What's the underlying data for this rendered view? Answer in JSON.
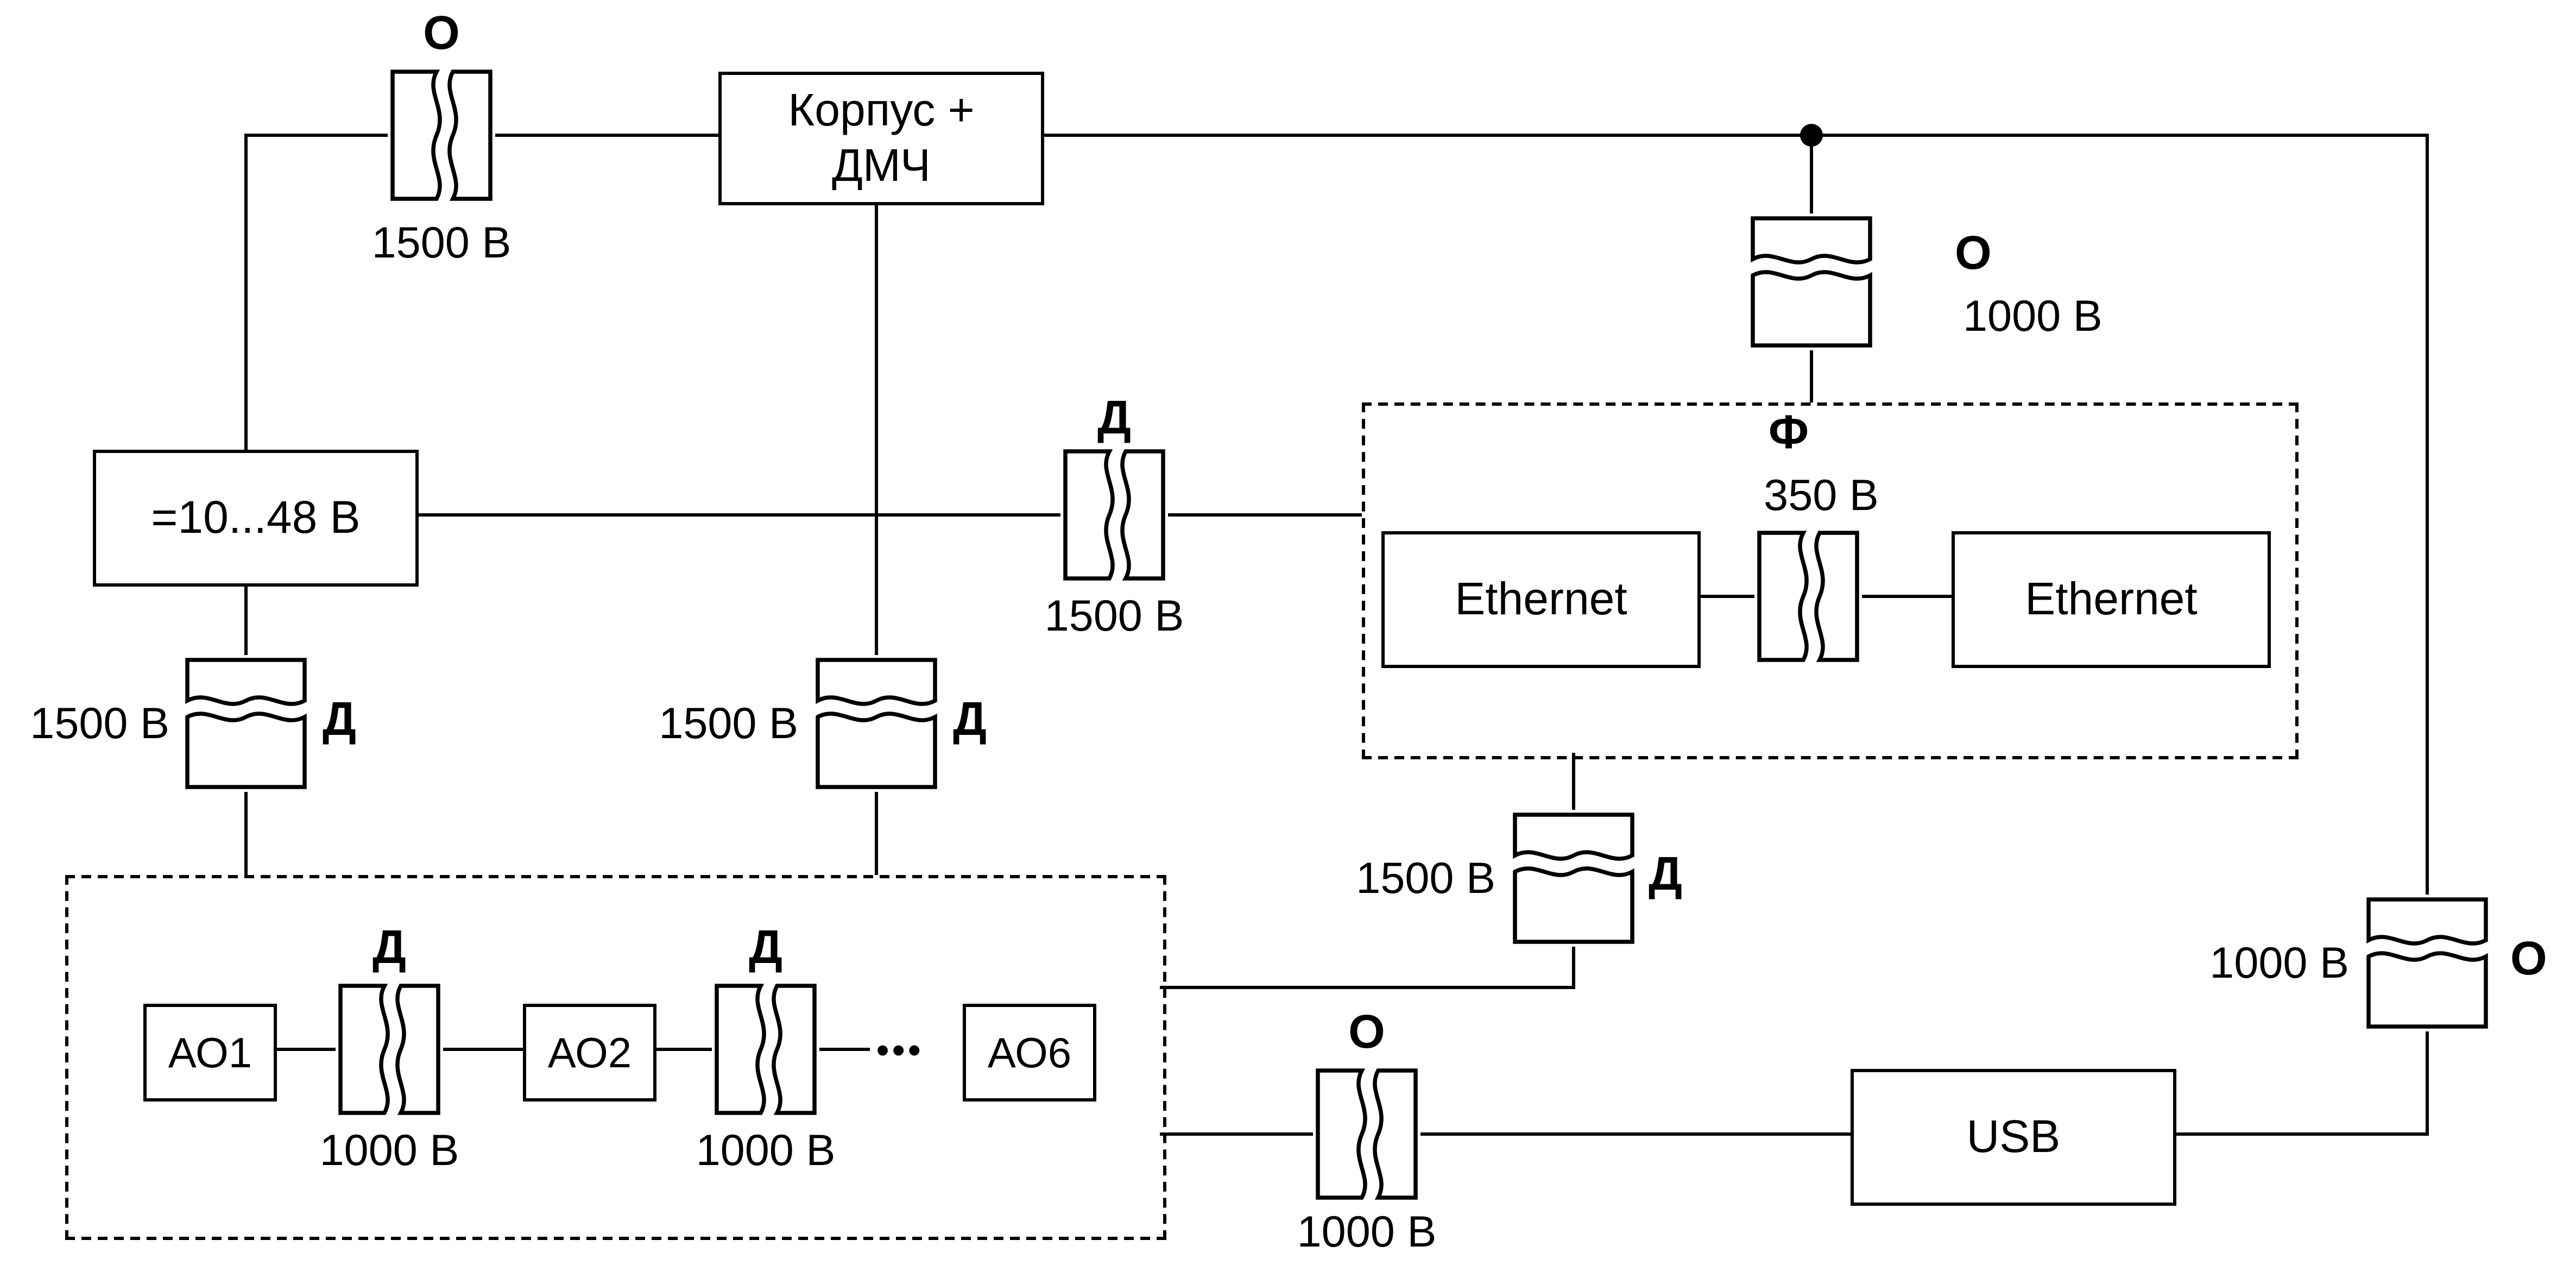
{
  "blocks": {
    "korpus_line1": "Корпус +",
    "korpus_line2": "ДМЧ",
    "power": "=10...48 В",
    "ethernet_left": "Ethernet",
    "ethernet_right": "Ethernet",
    "usb": "USB",
    "ao1": "АО1",
    "ao2": "АО2",
    "ao6": "АО6",
    "dots": "•••"
  },
  "labels": {
    "functional_isolation": "Ф"
  },
  "barriers": [
    {
      "letter": "О",
      "voltage": "1500 В"
    },
    {
      "letter": "О",
      "voltage": "1000 В"
    },
    {
      "letter": "Д",
      "voltage": "1500 В"
    },
    {
      "letter": "",
      "voltage": "350 В"
    },
    {
      "letter": "Д",
      "voltage": "1500 В"
    },
    {
      "letter": "Д",
      "voltage": "1500 В"
    },
    {
      "letter": "Д",
      "voltage": "1000 В"
    },
    {
      "letter": "Д",
      "voltage": "1000 В"
    },
    {
      "letter": "Д",
      "voltage": "1500 В"
    },
    {
      "letter": "О",
      "voltage": "1000 В"
    },
    {
      "letter": "О",
      "voltage": "1000 В"
    }
  ],
  "colors": {
    "line": "#000000",
    "background": "#ffffff"
  }
}
